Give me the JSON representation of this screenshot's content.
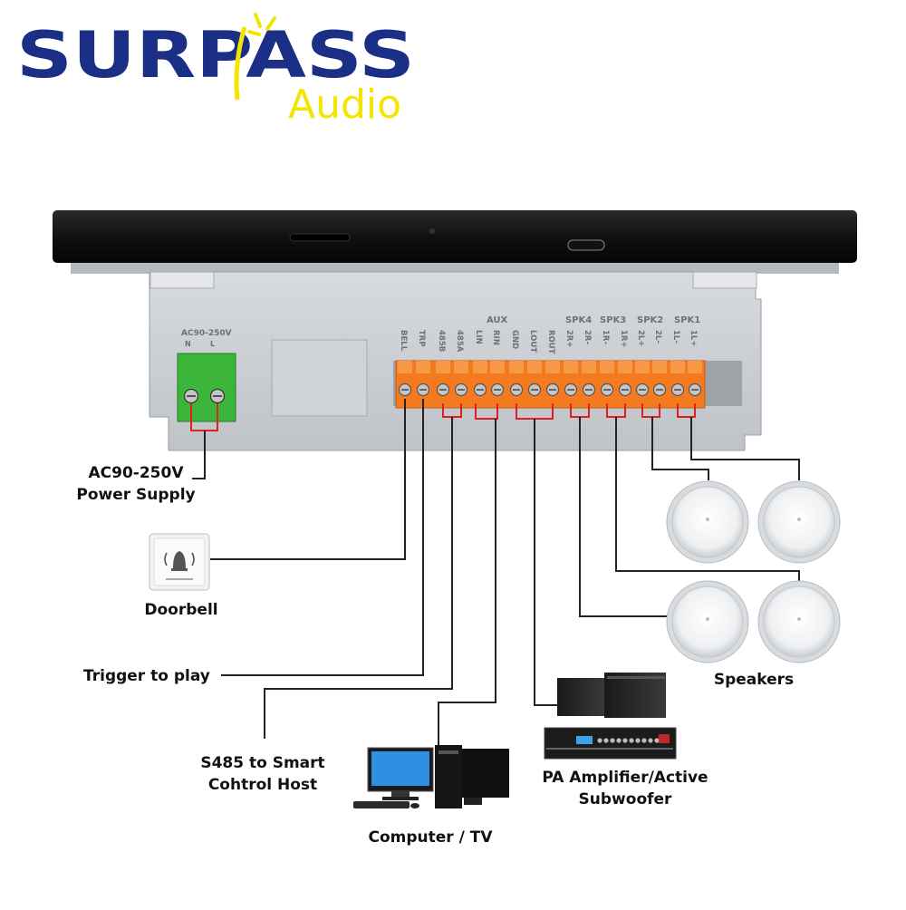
{
  "brand": {
    "name": "SURPASS",
    "sub": "Audio",
    "colors": {
      "navy": "#1b2f86",
      "yellow": "#f2e600"
    }
  },
  "device": {
    "power_terminal_header": "AC90-250V",
    "power_terminal_pins": [
      "N",
      "L"
    ],
    "group_aux": "AUX",
    "speaker_groups": [
      "SPK4",
      "SPK3",
      "SPK2",
      "SPK1"
    ],
    "terminal_labels": [
      "BELL",
      "TRP",
      "485B",
      "485A",
      "LIN",
      "RIN",
      "GND",
      "LOUT",
      "ROUT",
      "2R+",
      "2R-",
      "1R-",
      "1R+",
      "2L+",
      "2L-",
      "1L-",
      "1L+"
    ]
  },
  "labels": {
    "power_line1": "AC90-250V",
    "power_line2": "Power Supply",
    "doorbell": "Doorbell",
    "trigger": "Trigger to play",
    "s485_line1": "S485 to Smart",
    "s485_line2": "Cohtrol Host",
    "computer": "Computer / TV",
    "amp_line1": "PA Amplifier/Active",
    "amp_line2": "Subwoofer",
    "speakers": "Speakers"
  },
  "colors": {
    "terminal_orange": "#f47a1f",
    "power_green": "#3bb53a",
    "wire_red": "#e0201e",
    "wire_black": "#222222",
    "panel_grey": "#c9ccd1",
    "glass_black": "#141414"
  }
}
